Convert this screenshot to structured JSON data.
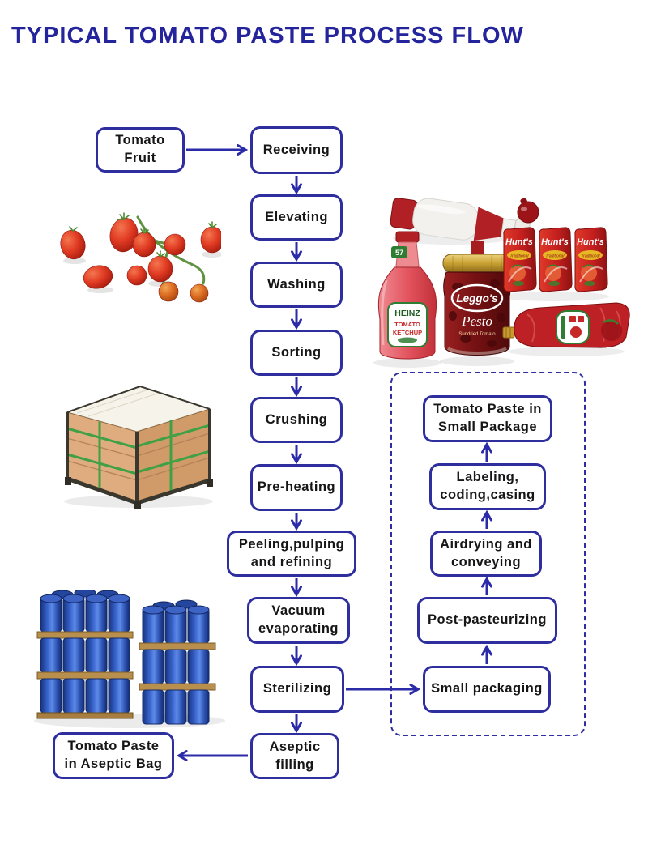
{
  "title": "TYPICAL TOMATO PASTE PROCESS FLOW",
  "colors": {
    "accent_navy": "#24249c",
    "box_border": "#2e2e9e",
    "arrow": "#2b2baa",
    "box_text": "#161616",
    "product_red": "#bd2025",
    "drum_blue": "#2f55c4",
    "crate_tan": "#d09b68",
    "strap_green": "#3fa046"
  },
  "flow_boxes": {
    "tomato_fruit": "Tomato\nFruit",
    "receiving": "Receiving",
    "elevating": "Elevating",
    "washing": "Washing",
    "sorting": "Sorting",
    "crushing": "Crushing",
    "pre_heating": "Pre-heating",
    "peeling_pulping": "Peeling,pulping\nand refining",
    "vacuum_evaporating": "Vacuum\nevaporating",
    "sterilizing": "Sterilizing",
    "aseptic_filling": "Aseptic\nfilling",
    "tomato_paste_aseptic_bag": "Tomato Paste\nin Aseptic Bag",
    "small_packaging": "Small packaging",
    "post_pasteurizing": "Post-pasteurizing",
    "airdrying_conveying": "Airdrying and\nconveying",
    "labeling_coding_casing": "Labeling,\ncoding,casing",
    "tomato_paste_small_package": "Tomato Paste in\nSmall Package"
  },
  "products": {
    "heinz_brand": "HEINZ",
    "heinz_line1": "TOMATO",
    "heinz_line2": "KETCHUP",
    "heinz_57": "57",
    "leggos_brand": "Leggo's",
    "leggos_product": "Pesto",
    "leggos_sub": "Sundried Tomato",
    "hunts_brand": "Hunt's",
    "hunts_sub": "Traditional"
  }
}
